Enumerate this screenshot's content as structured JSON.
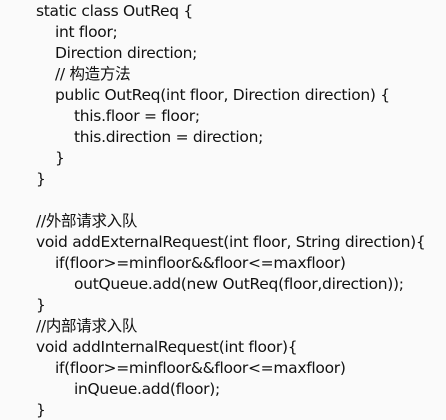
{
  "code": {
    "lines": [
      {
        "text": "static class OutReq {",
        "indent": 0
      },
      {
        "text": "int floor;",
        "indent": 1
      },
      {
        "text": "Direction direction;",
        "indent": 1
      },
      {
        "text": "// 构造方法",
        "indent": 1
      },
      {
        "text": "public OutReq(int floor, Direction direction) {",
        "indent": 1
      },
      {
        "text": "this.floor = floor;",
        "indent": 2
      },
      {
        "text": "this.direction = direction;",
        "indent": 2
      },
      {
        "text": "}",
        "indent": 1
      },
      {
        "text": "}",
        "indent": 0
      },
      {
        "text": "",
        "indent": 0
      },
      {
        "text": "//外部请求入队",
        "indent": 0
      },
      {
        "text": "void addExternalRequest(int floor, String direction){",
        "indent": 0
      },
      {
        "text": "if(floor>=minfloor&&floor<=maxfloor)",
        "indent": 1
      },
      {
        "text": "outQueue.add(new OutReq(floor,direction));",
        "indent": 2
      },
      {
        "text": "}",
        "indent": 0
      },
      {
        "text": "//内部请求入队",
        "indent": 0
      },
      {
        "text": "void addInternalRequest(int floor){",
        "indent": 0
      },
      {
        "text": "if(floor>=minfloor&&floor<=maxfloor)",
        "indent": 1
      },
      {
        "text": "inQueue.add(floor);",
        "indent": 2
      },
      {
        "text": "}",
        "indent": 0
      }
    ]
  }
}
